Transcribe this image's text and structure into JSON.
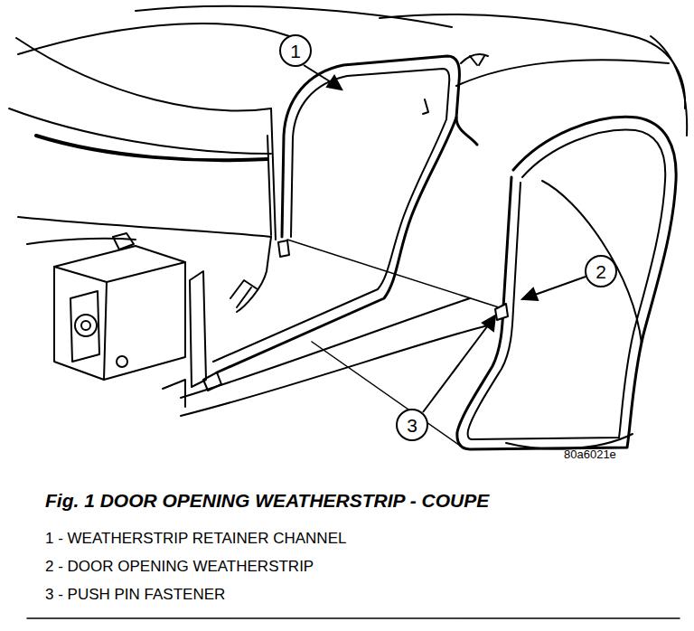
{
  "diagram": {
    "caption": "Fig. 1 DOOR OPENING WEATHERSTRIP - COUPE",
    "nodes": [
      {
        "text": [
          "1"
        ]
      },
      {
        "text": [
          "2"
        ]
      },
      {
        "text": [
          "3"
        ]
      }
    ],
    "labels": [
      "80a6021e",
      "1 - WEATHERSTRIP RETAINER CHANNEL",
      "2 - DOOR OPENING WEATHERSTRIP",
      "3 - PUSH PIN FASTENER"
    ]
  }
}
